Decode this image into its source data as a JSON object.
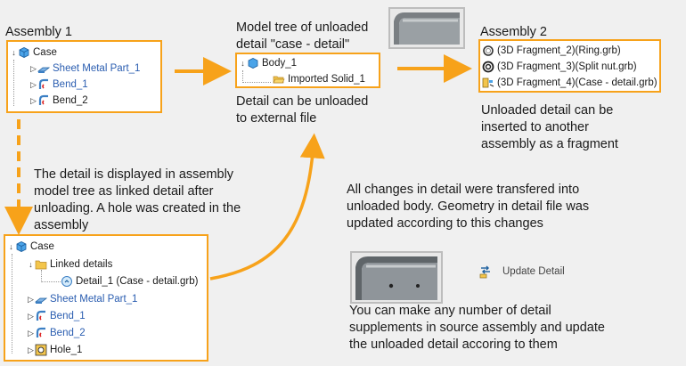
{
  "assembly1": {
    "title": "Assembly 1",
    "tree": {
      "root": "Case",
      "items": [
        "Sheet Metal Part_1",
        "Bend_1",
        "Bend_2"
      ]
    }
  },
  "model_tree_unloaded": {
    "caption": "Model tree of unloaded\ndetail \"case - detail\"",
    "body": "Body_1",
    "imported": "Imported Solid_1",
    "note": "Detail can be unloaded\nto external file"
  },
  "assembly2": {
    "title": "Assembly 2",
    "items": [
      "(3D Fragment_2)(Ring.grb)",
      "(3D Fragment_3)(Split nut.grb)",
      "(3D Fragment_4)(Case - detail.grb)"
    ],
    "note": "Unloaded detail can be\ninserted to another\nassembly as a fragment"
  },
  "linked_note": "The detail is displayed in assembly\nmodel tree as linked detail after\nunloading. A hole was created in the\nassembly",
  "assembly1_after": {
    "root": "Case",
    "linked": "Linked details",
    "detail": "Detail_1 (Case - detail.grb)",
    "items": [
      "Sheet Metal Part_1",
      "Bend_1",
      "Bend_2",
      "Hole_1"
    ]
  },
  "changes_note": "All changes in detail were transfered into\nunloaded body. Geometry in detail file was\nupdated according to this changes",
  "update_button": {
    "label": "Update Detail"
  },
  "supplements_note": "You can make any number of detail\nsupplements in source assembly and update\nthe unloaded detail accoring to them",
  "colors": {
    "accent": "#f7a21a",
    "link_blue": "#2a5db0",
    "background": "#f0f0f0"
  }
}
